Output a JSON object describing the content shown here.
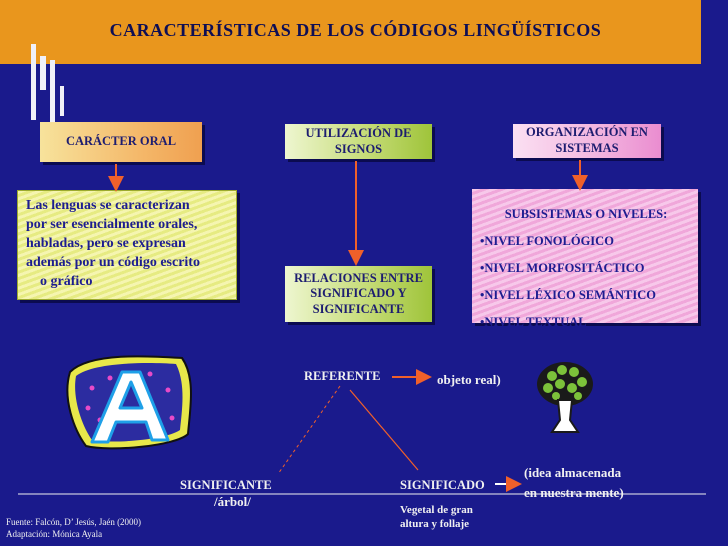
{
  "title": "CARACTERÍSTICAS DE LOS CÓDIGOS LINGÜÍSTICOS",
  "boxes": {
    "caracter_oral": "CARÁCTER ORAL",
    "utilizacion_1": "UTILIZACIÓN DE",
    "utilizacion_2": "SIGNOS",
    "organizacion_1": "ORGANIZACIÓN EN",
    "organizacion_2": "SISTEMAS",
    "relaciones_1": "RELACIONES ENTRE",
    "relaciones_2": "SIGNIFICADO Y",
    "relaciones_3": "SIGNIFICANTE"
  },
  "oral_text": {
    "line1": "Las lenguas se caracterizan",
    "line2": "por ser esencialmente orales,",
    "line3": "habladas, pero se expresan",
    "line4": "además por un código escrito",
    "line5": "o gráfico"
  },
  "subsistemas": {
    "head": "SUBSISTEMAS O NIVELES:",
    "items": [
      "•NIVEL FONOLÓGICO",
      "•NIVEL MORFOSITÁCTICO",
      "•NIVEL LÉXICO SEMÁNTICO",
      "•NIVEL TEXTUAL"
    ]
  },
  "triangle": {
    "referente": "REFERENTE",
    "objeto": "objeto real)",
    "significante": "SIGNIFICANTE",
    "arbol": "/árbol/",
    "significado": "SIGNIFICADO",
    "vegetal_1": "Vegetal de gran",
    "vegetal_2": "altura y follaje",
    "idea_1": "(idea almacenada",
    "idea_2": "en nuestra mente)"
  },
  "footer": {
    "fuente": "Fuente: Falcón, D’ Jesús, Jaén (2000)",
    "adaptacion": "Adaptación: Mónica Ayala"
  },
  "colors": {
    "background": "#1a1a8c",
    "title_bar": "#e9961d",
    "arrow": "#f0602a"
  },
  "icons": {
    "letter_a": "clipart-letter-a-icon",
    "tree": "tree-icon"
  }
}
